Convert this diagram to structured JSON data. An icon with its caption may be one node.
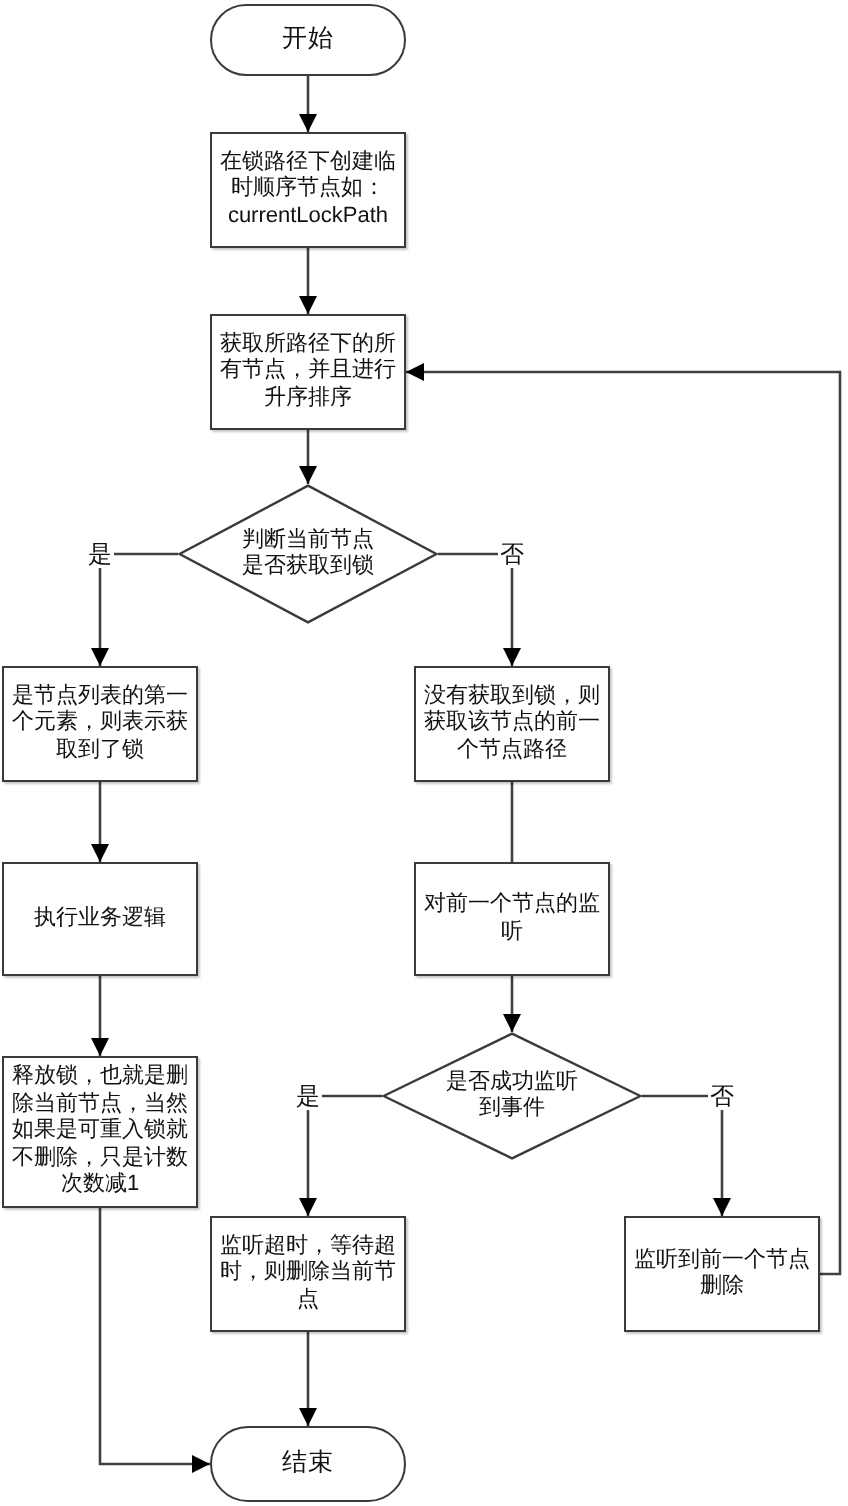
{
  "diagram": {
    "nodes": [
      {
        "text": [
          "开始"
        ]
      },
      {
        "text": [
          "在锁路径下创建临时顺序节点如：currentLockPath"
        ]
      },
      {
        "text": [
          "获取所路径下的所有节点，并且进行升序排序"
        ]
      },
      {
        "text": [
          "判断当前节点是否获取到锁"
        ]
      },
      {
        "text": [
          "是节点列表的第一个元素，则表示获取到了锁"
        ]
      },
      {
        "text": [
          "没有获取到锁，则获取该节点的前一个节点路径"
        ]
      },
      {
        "text": [
          "执行业务逻辑"
        ]
      },
      {
        "text": [
          "对前一个节点的监听"
        ]
      },
      {
        "text": [
          "释放锁，也就是删除当前节点，当然如果是可重入锁就不删除，只是计数次数减1"
        ]
      },
      {
        "text": [
          "是否成功监听到事件"
        ]
      },
      {
        "text": [
          "监听超时，等待超时，则删除当前节点"
        ]
      },
      {
        "text": [
          "监听到前一个节点删除"
        ]
      },
      {
        "text": [
          "结束"
        ]
      }
    ],
    "edges": [
      {
        "from": 0,
        "to": 1,
        "arrow": "to"
      },
      {
        "from": 1,
        "to": 2,
        "arrow": "to"
      },
      {
        "from": 2,
        "to": 3,
        "arrow": "to"
      },
      {
        "from": 3,
        "to": 4,
        "arrow": "to",
        "label": "是"
      },
      {
        "from": 3,
        "to": 5,
        "arrow": "to",
        "label": "否"
      },
      {
        "from": 4,
        "to": 6,
        "arrow": "to"
      },
      {
        "from": 5,
        "to": 7,
        "arrow": "none"
      },
      {
        "from": 6,
        "to": 8,
        "arrow": "to"
      },
      {
        "from": 7,
        "to": 9,
        "arrow": "to"
      },
      {
        "from": 9,
        "to": 10,
        "arrow": "to",
        "label": "是"
      },
      {
        "from": 9,
        "to": 11,
        "arrow": "to",
        "label": "否"
      },
      {
        "from": 10,
        "to": 12,
        "arrow": "to"
      },
      {
        "from": 8,
        "to": 12,
        "arrow": "to"
      },
      {
        "from": 11,
        "to": 2,
        "arrow": "to"
      }
    ]
  }
}
